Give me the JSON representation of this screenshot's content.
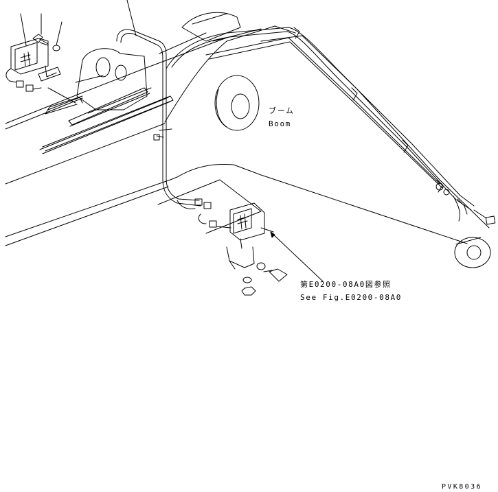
{
  "labels": {
    "boom_jp": "ブーム",
    "boom_en": "Boom",
    "ref_jp": "第E0200-08A0図参照",
    "ref_en": "See Fig.E0200-08A0",
    "drawing_code": "PVK8036"
  },
  "colors": {
    "line": "#000000",
    "background": "#ffffff"
  }
}
